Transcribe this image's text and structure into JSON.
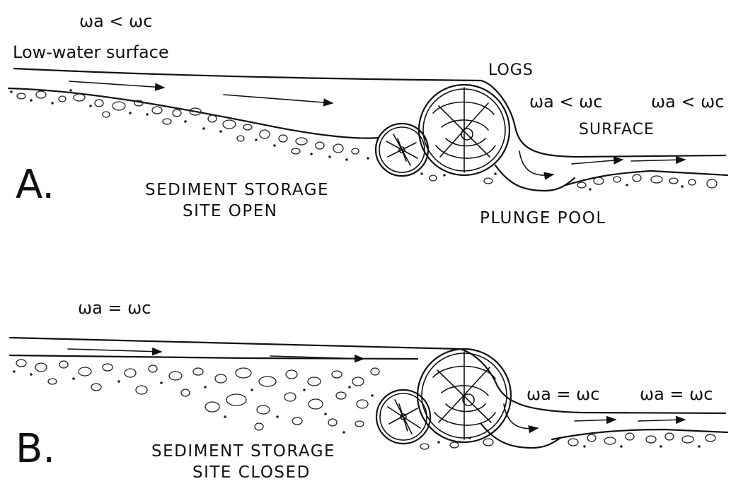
{
  "panel_a": {
    "letter": "A.",
    "relation_top": "ωa < ωc",
    "low_water_label": "Low-water surface",
    "logs_label": "LOGS",
    "relation_mid": "ωa < ωc",
    "relation_right": "ωa < ωc",
    "surface_label": "SURFACE",
    "storage_line1": "SEDIMENT STORAGE",
    "storage_line2": "SITE OPEN",
    "plunge_label": "PLUNGE POOL"
  },
  "panel_b": {
    "letter": "B.",
    "relation_top": "ωa = ωc",
    "relation_mid": "ωa = ωc",
    "relation_right": "ωa = ωc",
    "storage_line1": "SEDIMENT STORAGE",
    "storage_line2": "SITE CLOSED"
  }
}
